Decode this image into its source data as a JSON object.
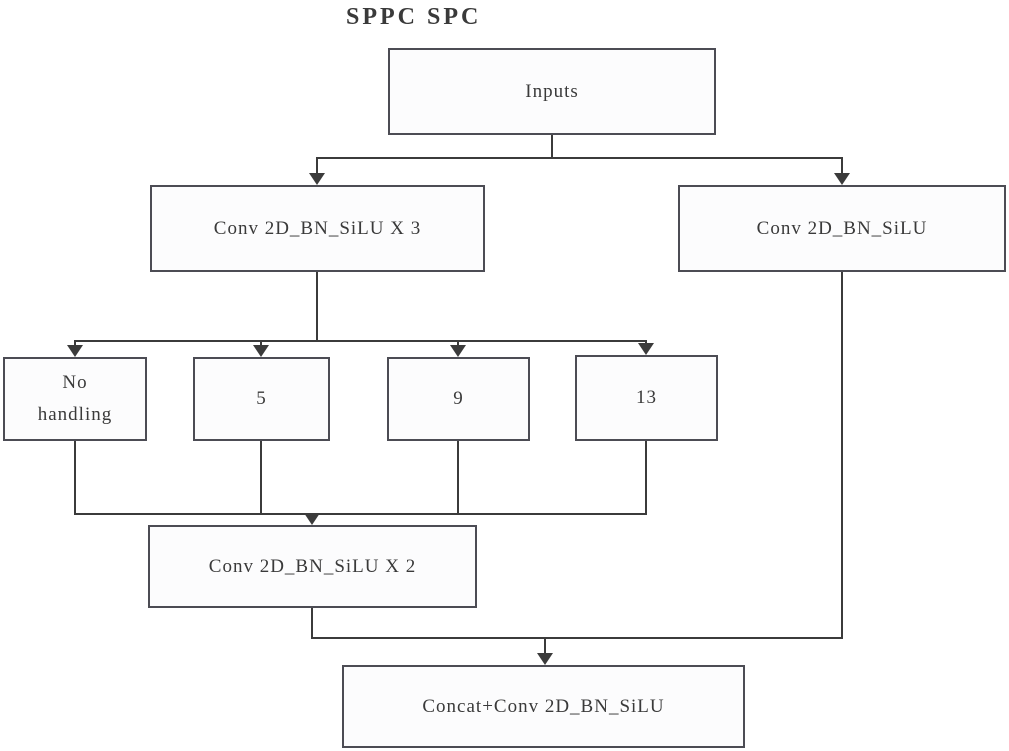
{
  "title": "SPPC SPC",
  "nodes": {
    "inputs": {
      "label": "Inputs"
    },
    "conv3": {
      "label": "Conv 2D_BN_SiLU X 3"
    },
    "conv1": {
      "label": "Conv 2D_BN_SiLU"
    },
    "no_handling": {
      "label": "No handling"
    },
    "k5": {
      "label": "5"
    },
    "k9": {
      "label": "9"
    },
    "k13": {
      "label": "13"
    },
    "convx2": {
      "label": "Conv 2D_BN_SiLU X 2"
    },
    "concat": {
      "label": "Concat+Conv 2D_BN_SiLU"
    }
  },
  "edges": [
    {
      "from": "inputs",
      "to": "conv3"
    },
    {
      "from": "inputs",
      "to": "conv1"
    },
    {
      "from": "conv3",
      "to": "no_handling"
    },
    {
      "from": "conv3",
      "to": "k5"
    },
    {
      "from": "conv3",
      "to": "k9"
    },
    {
      "from": "conv3",
      "to": "k13"
    },
    {
      "from": "no_handling",
      "to": "convx2"
    },
    {
      "from": "k5",
      "to": "convx2"
    },
    {
      "from": "k9",
      "to": "convx2"
    },
    {
      "from": "k13",
      "to": "convx2"
    },
    {
      "from": "convx2",
      "to": "concat"
    },
    {
      "from": "conv1",
      "to": "concat"
    }
  ],
  "colors": {
    "line": "#3b3b3b",
    "box_border": "#4c4c54",
    "box_fill": "#fcfcfd",
    "text": "#3a3a3a",
    "background": "#ffffff"
  }
}
